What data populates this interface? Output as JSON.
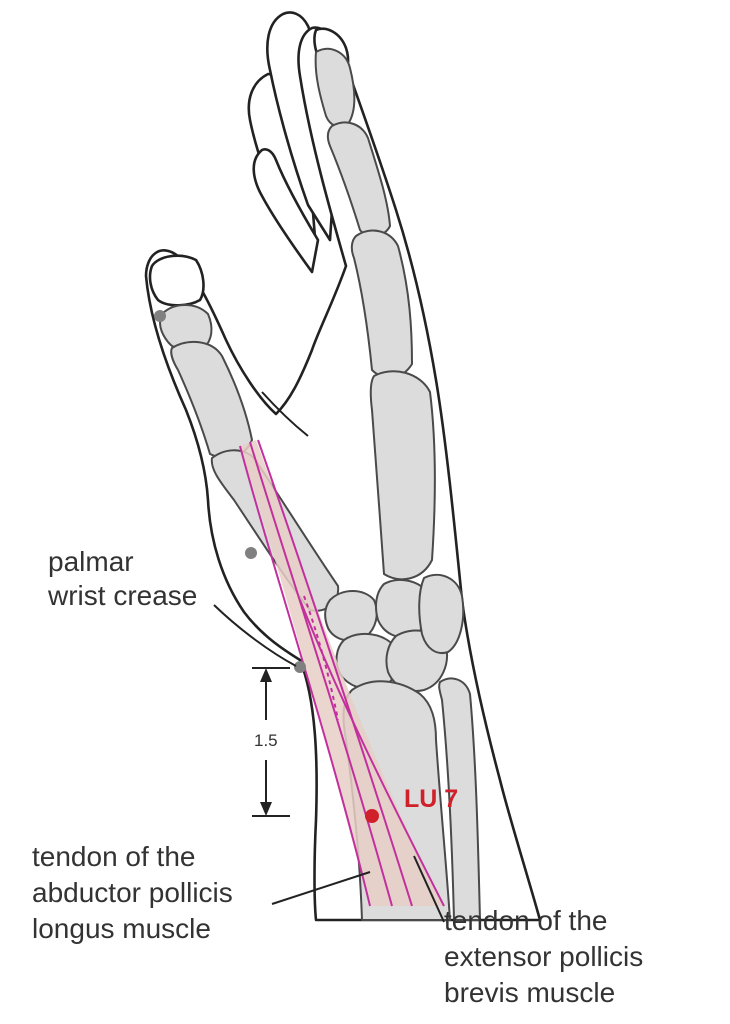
{
  "labels": {
    "palmar_wrist_crease": [
      "palmar",
      "wrist crease"
    ],
    "measurement": "1.5",
    "point_name": "LU 7",
    "apl_tendon": [
      "tendon of the",
      "abductor pollicis",
      "longus muscle"
    ],
    "epb_tendon": [
      "tendon of the",
      "extensor pollicis",
      "brevis muscle"
    ]
  },
  "colors": {
    "acupoint": "#d0202a",
    "tendon_line": "#c2309e",
    "tendon_fill": "#e7cfc7",
    "bone": "#dcdcdc",
    "landmark_dot": "#808080"
  }
}
